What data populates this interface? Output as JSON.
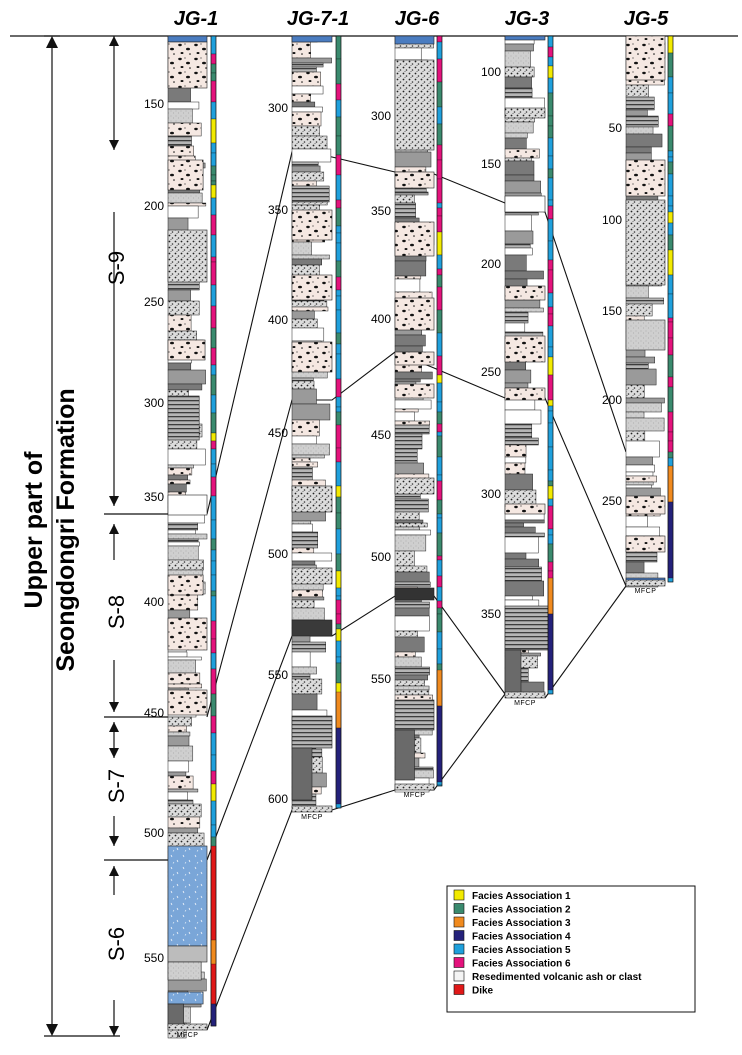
{
  "columns": [
    {
      "name": "JG-1",
      "depths": [
        "150",
        "200",
        "250",
        "300",
        "350",
        "400",
        "450",
        "500",
        "550"
      ]
    },
    {
      "name": "JG-7-1",
      "depths": [
        "300",
        "350",
        "400",
        "450",
        "500",
        "550",
        "600"
      ]
    },
    {
      "name": "JG-6",
      "depths": [
        "300",
        "350",
        "400",
        "450",
        "500",
        "550"
      ]
    },
    {
      "name": "JG-3",
      "depths": [
        "100",
        "150",
        "200",
        "250",
        "300",
        "350"
      ]
    },
    {
      "name": "JG-5",
      "depths": [
        "50",
        "100",
        "150",
        "200",
        "250"
      ]
    }
  ],
  "grain_size_label": "MFCP",
  "formation_line1": "Upper part of",
  "formation_line2": "Seongdongri Formation",
  "sequences": [
    "S-9",
    "S-8",
    "S-7",
    "S-6"
  ],
  "legend": [
    {
      "label": "Facies Association 1",
      "color": "#f2ea00"
    },
    {
      "label": "Facies Association 2",
      "color": "#3a8a6e"
    },
    {
      "label": "Facies Association 3",
      "color": "#f08a1e"
    },
    {
      "label": "Facies Association 4",
      "color": "#24217a"
    },
    {
      "label": "Facies Association 5",
      "color": "#1fa0dc"
    },
    {
      "label": "Facies Association 6",
      "color": "#e4127c"
    },
    {
      "label": "Resedimented volcanic ash or clast",
      "color": "#f4f4f4"
    },
    {
      "label": "Dike",
      "color": "#e01818"
    }
  ],
  "lithology_colors": {
    "conglomerate": "#f5e8e2",
    "mudstone": "#7a7a7a",
    "sandstone": "#c8c8c8",
    "heterolithic": "#9a9a9a",
    "tuff": "#7aa6d8",
    "ash": "#ffffff"
  }
}
